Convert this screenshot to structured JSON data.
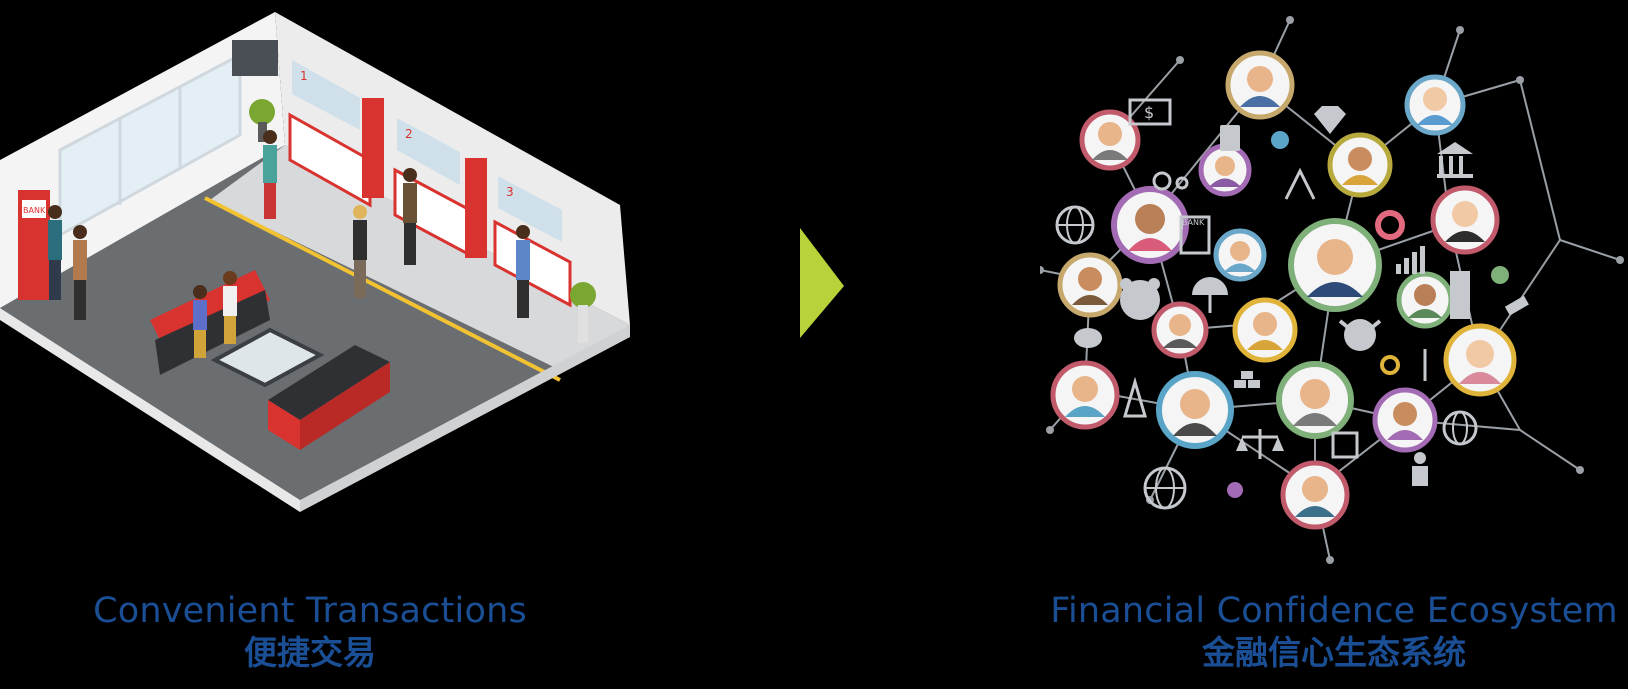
{
  "left": {
    "caption_en": "Convenient Transactions",
    "caption_zh": "便捷交易",
    "atm_sign": "BANK",
    "counter_numbers": [
      "1",
      "2",
      "3"
    ]
  },
  "right": {
    "caption_en": "Financial Confidence Ecosystem",
    "caption_zh": "金融信心生态系统",
    "building_sign": "BANK",
    "money_symbol": "$"
  },
  "colors": {
    "background": "#000000",
    "caption": "#1b4f95",
    "arrow": "#b6d33a",
    "bank_red": "#d9332f",
    "floor": "#6e7072",
    "node_line": "#9aa0a6"
  }
}
